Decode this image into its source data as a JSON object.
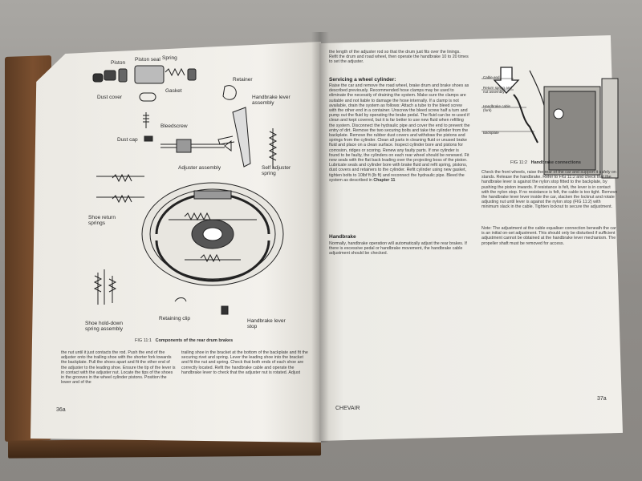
{
  "left_page": {
    "labels": {
      "piston": "Piston",
      "piston_seal": "Piston seal",
      "spring": "Spring",
      "dust_cover": "Dust cover",
      "gasket": "Gasket",
      "bleedscrew": "Bleedscrew",
      "dust_cap": "Dust cap",
      "retainer": "Retainer",
      "handbrake_lever_assembly": "Handbrake lever assembly",
      "adjuster_assembly": "Adjuster assembly",
      "self_adjuster_spring": "Self adjuster spring",
      "shoe_return_springs": "Shoe return springs",
      "shoe_holddown_spring_assembly": "Shoe hold-down spring assembly",
      "retaining_clip": "Retaining clip",
      "handbrake_lever_stop": "Handbrake lever stop"
    },
    "figure_caption_number": "FIG 11:1",
    "figure_caption_title": "Components of the rear drum brakes",
    "col1_text": "the nut until it just contacts the rod. Push the end of the adjuster onto the trailing shoe with the shorter fork towards the backplate. Pull the shoes apart and fit the other end of the adjuster to the leading shoe. Ensure the tip of the lever is in contact with the adjuster nut. Locate the tips of the shoes in the grooves in the wheel cylinder pistons. Position the lower and of the",
    "col2_text": "trailing shoe in the bracket at the bottom of the backplate and fit the securing rivet and spring. Lever the leading shoe into the bracket and fit the nut and spring. Check that both ends of each shoe are correctly located. Refit the handbrake cable and operate the handbrake lever to check that the adjuster nut is rotated. Adjust",
    "page_number": "36a"
  },
  "right_page": {
    "intro_text": "the length of the adjuster rod so that the drum just fits over the linings. Refit the drum and road wheel, then operate the handbrake 10 to 20 times to set the adjuster.",
    "section1_heading": "Servicing a wheel cylinder:",
    "section1_text": "Raise the car and remove the road wheel, brake drum and brake shoes as described previously. Recommended hose clamps may be used to eliminate the necessity of draining the system. Make sure the clamps are suitable and not liable to damage the hose internally. If a clamp is not available, drain the system as follows: Attach a tube to the bleed screw with the other end in a container. Unscrew the bleed screw half a turn and pump out the fluid by operating the brake pedal. The fluid can be re-used if clean and kept covered, but it is far better to use new fluid when refilling the system. Disconnect the hydraulic pipe and cover the end to prevent the entry of dirt. Remove the two securing bolts and take the cylinder from the backplate. Remove the rubber dust covers and withdraw the pistons and springs from the cylinder. Clean all parts in cleaning fluid or unused brake fluid and place on a clean surface. Inspect cylinder bore and pistons for corrosion, ridges or scoring. Renew any faulty parts. If one cylinder is found to be faulty, the cylinders on each rear wheel should be renewed. Fit new seals with the flat back leading over the projecting boss of the piston. Lubricate seals and cylinder bore with brake fluid and refit spring, pistons, dust covers and retainers to the cylinder. Refit cylinder using new gasket, tighten bolts to 10lbf ft (lb ft) and reconnect the hydraulic pipe. Bleed the system as described in",
    "section1_chapter_ref": "Chapter 11",
    "section2_heading": "Handbrake",
    "section2_text": "Normally, handbrake operation will automatically adjust the rear brakes. If there is excessive pedal or handbrake movement, the handbrake cable adjustment should be checked.",
    "figure_caption_number": "FIG 11:2",
    "figure_caption_title": "Handbrake connections",
    "fig2_labels": [
      "Cable end",
      "Return spring and nut assembly",
      "Handbrake cable (fork)",
      "Backplate"
    ],
    "col2_text_a": "Check the front wheels, raise the rear of the car and support it safely on stands. Release the handbrake. Refer to FIG 11:2 and check that the handbrake lever is against the nylon stop fitted to the backplate, by pushing the piston inwards. If resistance is felt, the lever is in contact with the nylon stop. If no resistance is felt, the cable is too tight. Remove the handbrake lever lever inside the car, slacken the locknut and rotate adjusting nut until lever is against the nylon stop (FIG 11:2) with minimum slack in the cable. Tighten locknut to secure the adjustment.",
    "col2_text_b": "Note: The adjustment at the cable equaliser connection beneath the car is an initial on-set adjustment. This should only be disturbed if sufficient adjustment cannot be obtained at the handbrake lever mechanism. The propeller shaft must be removed for access.",
    "running_head": "CHEVAIR",
    "page_number": "37a"
  },
  "colors": {
    "paper": "#f1efea",
    "ink": "#2a2a2a",
    "cover": "#6b4428",
    "table": "#9a9793"
  }
}
